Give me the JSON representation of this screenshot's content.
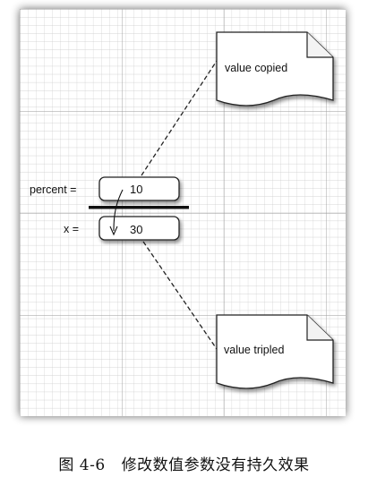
{
  "diagram": {
    "labels": {
      "percent": "percent =",
      "x": "x ="
    },
    "values": {
      "percent": "10",
      "x": "30"
    },
    "notes": {
      "copied": "value copied",
      "tripled": "value tripled"
    }
  },
  "caption": {
    "number": "图 4-6",
    "text": "修改数值参数没有持久效果"
  }
}
